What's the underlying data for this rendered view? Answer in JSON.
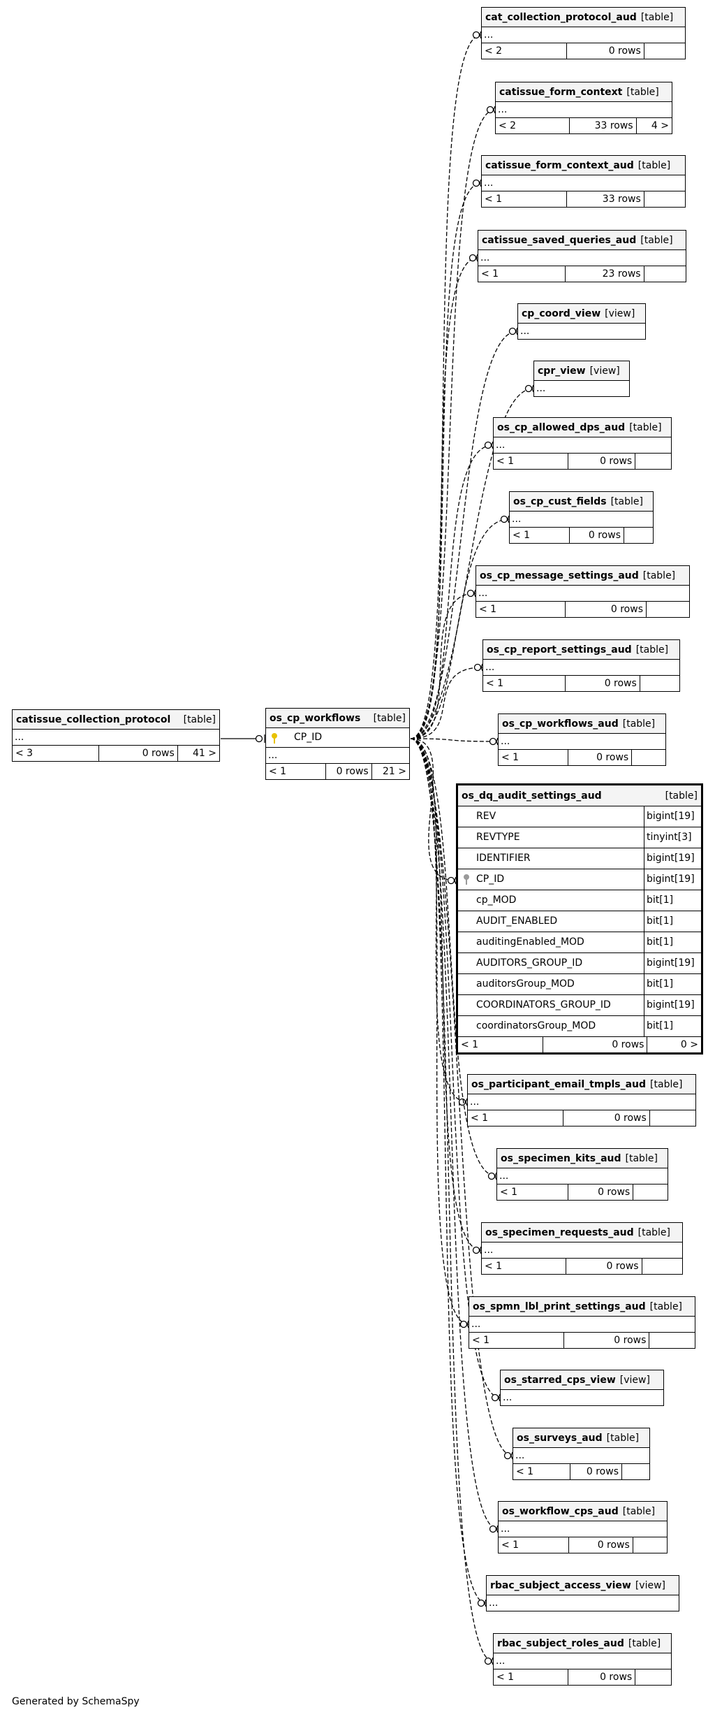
{
  "generated_by": "Generated by SchemaSpy",
  "ellipsis": "...",
  "main_table": {
    "name": "os_cp_workflows",
    "kind": "[table]",
    "columns": [
      {
        "name": "CP_ID"
      }
    ],
    "footer": {
      "left": "< 1",
      "rows": "0 rows",
      "right": "21 >"
    }
  },
  "parent_table": {
    "name": "catissue_collection_protocol",
    "kind": "[table]",
    "footer": {
      "left": "< 3",
      "rows": "0 rows",
      "right": "41 >"
    }
  },
  "focus_table": {
    "name": "os_dq_audit_settings_aud",
    "kind": "[table]",
    "columns": [
      {
        "name": "REV",
        "type": "bigint[19]"
      },
      {
        "name": "REVTYPE",
        "type": "tinyint[3]"
      },
      {
        "name": "IDENTIFIER",
        "type": "bigint[19]"
      },
      {
        "name": "CP_ID",
        "type": "bigint[19]"
      },
      {
        "name": "cp_MOD",
        "type": "bit[1]"
      },
      {
        "name": "AUDIT_ENABLED",
        "type": "bit[1]"
      },
      {
        "name": "auditingEnabled_MOD",
        "type": "bit[1]"
      },
      {
        "name": "AUDITORS_GROUP_ID",
        "type": "bigint[19]"
      },
      {
        "name": "auditorsGroup_MOD",
        "type": "bit[1]"
      },
      {
        "name": "COORDINATORS_GROUP_ID",
        "type": "bigint[19]"
      },
      {
        "name": "coordinatorsGroup_MOD",
        "type": "bit[1]"
      }
    ],
    "footer": {
      "left": "< 1",
      "rows": "0 rows",
      "right": "0 >"
    }
  },
  "child_tables": [
    {
      "name": "cat_collection_protocol_aud",
      "kind": "[table]",
      "footer": {
        "left": "< 2",
        "rows": "0 rows",
        "right": ""
      }
    },
    {
      "name": "catissue_form_context",
      "kind": "[table]",
      "footer": {
        "left": "< 2",
        "rows": "33 rows",
        "right": "4 >"
      }
    },
    {
      "name": "catissue_form_context_aud",
      "kind": "[table]",
      "footer": {
        "left": "< 1",
        "rows": "33 rows",
        "right": ""
      }
    },
    {
      "name": "catissue_saved_queries_aud",
      "kind": "[table]",
      "footer": {
        "left": "< 1",
        "rows": "23 rows",
        "right": ""
      }
    },
    {
      "name": "cp_coord_view",
      "kind": "[view]"
    },
    {
      "name": "cpr_view",
      "kind": "[view]"
    },
    {
      "name": "os_cp_allowed_dps_aud",
      "kind": "[table]",
      "footer": {
        "left": "< 1",
        "rows": "0 rows",
        "right": ""
      }
    },
    {
      "name": "os_cp_cust_fields",
      "kind": "[table]",
      "footer": {
        "left": "< 1",
        "rows": "0 rows",
        "right": ""
      }
    },
    {
      "name": "os_cp_message_settings_aud",
      "kind": "[table]",
      "footer": {
        "left": "< 1",
        "rows": "0 rows",
        "right": ""
      }
    },
    {
      "name": "os_cp_report_settings_aud",
      "kind": "[table]",
      "footer": {
        "left": "< 1",
        "rows": "0 rows",
        "right": ""
      }
    },
    {
      "name": "os_cp_workflows_aud",
      "kind": "[table]",
      "footer": {
        "left": "< 1",
        "rows": "0 rows",
        "right": ""
      }
    },
    {
      "name": "os_participant_email_tmpls_aud",
      "kind": "[table]",
      "footer": {
        "left": "< 1",
        "rows": "0 rows",
        "right": ""
      }
    },
    {
      "name": "os_specimen_kits_aud",
      "kind": "[table]",
      "footer": {
        "left": "< 1",
        "rows": "0 rows",
        "right": ""
      }
    },
    {
      "name": "os_specimen_requests_aud",
      "kind": "[table]",
      "footer": {
        "left": "< 1",
        "rows": "0 rows",
        "right": ""
      }
    },
    {
      "name": "os_spmn_lbl_print_settings_aud",
      "kind": "[table]",
      "footer": {
        "left": "< 1",
        "rows": "0 rows",
        "right": ""
      }
    },
    {
      "name": "os_starred_cps_view",
      "kind": "[view]"
    },
    {
      "name": "os_surveys_aud",
      "kind": "[table]",
      "footer": {
        "left": "< 1",
        "rows": "0 rows",
        "right": ""
      }
    },
    {
      "name": "os_workflow_cps_aud",
      "kind": "[table]",
      "footer": {
        "left": "< 1",
        "rows": "0 rows",
        "right": ""
      }
    },
    {
      "name": "rbac_subject_access_view",
      "kind": "[view]"
    },
    {
      "name": "rbac_subject_roles_aud",
      "kind": "[table]",
      "footer": {
        "left": "< 1",
        "rows": "0 rows",
        "right": ""
      }
    }
  ]
}
